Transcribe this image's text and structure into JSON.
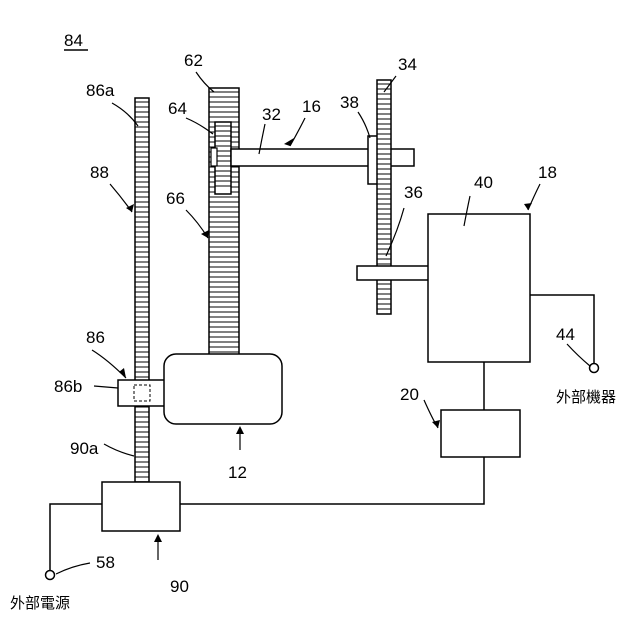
{
  "figure_id": "84",
  "labels": {
    "rack_top": "86a",
    "rack": "88",
    "slider": "86",
    "slider_inner": "86b",
    "rack_bottom": "90a",
    "gear_large": "62",
    "gear_small": "64",
    "shaft": "32",
    "shaft_assembly": "16",
    "gear_right": "34",
    "collar": "38",
    "gear_mid": "36",
    "gear_column": "66",
    "motor": "12",
    "generator": "40",
    "generator_assembly": "18",
    "controller": "20",
    "external_port": "44",
    "power_port": "58",
    "base_unit": "90"
  },
  "texts": {
    "external_device": "外部機器",
    "external_power": "外部電源"
  }
}
